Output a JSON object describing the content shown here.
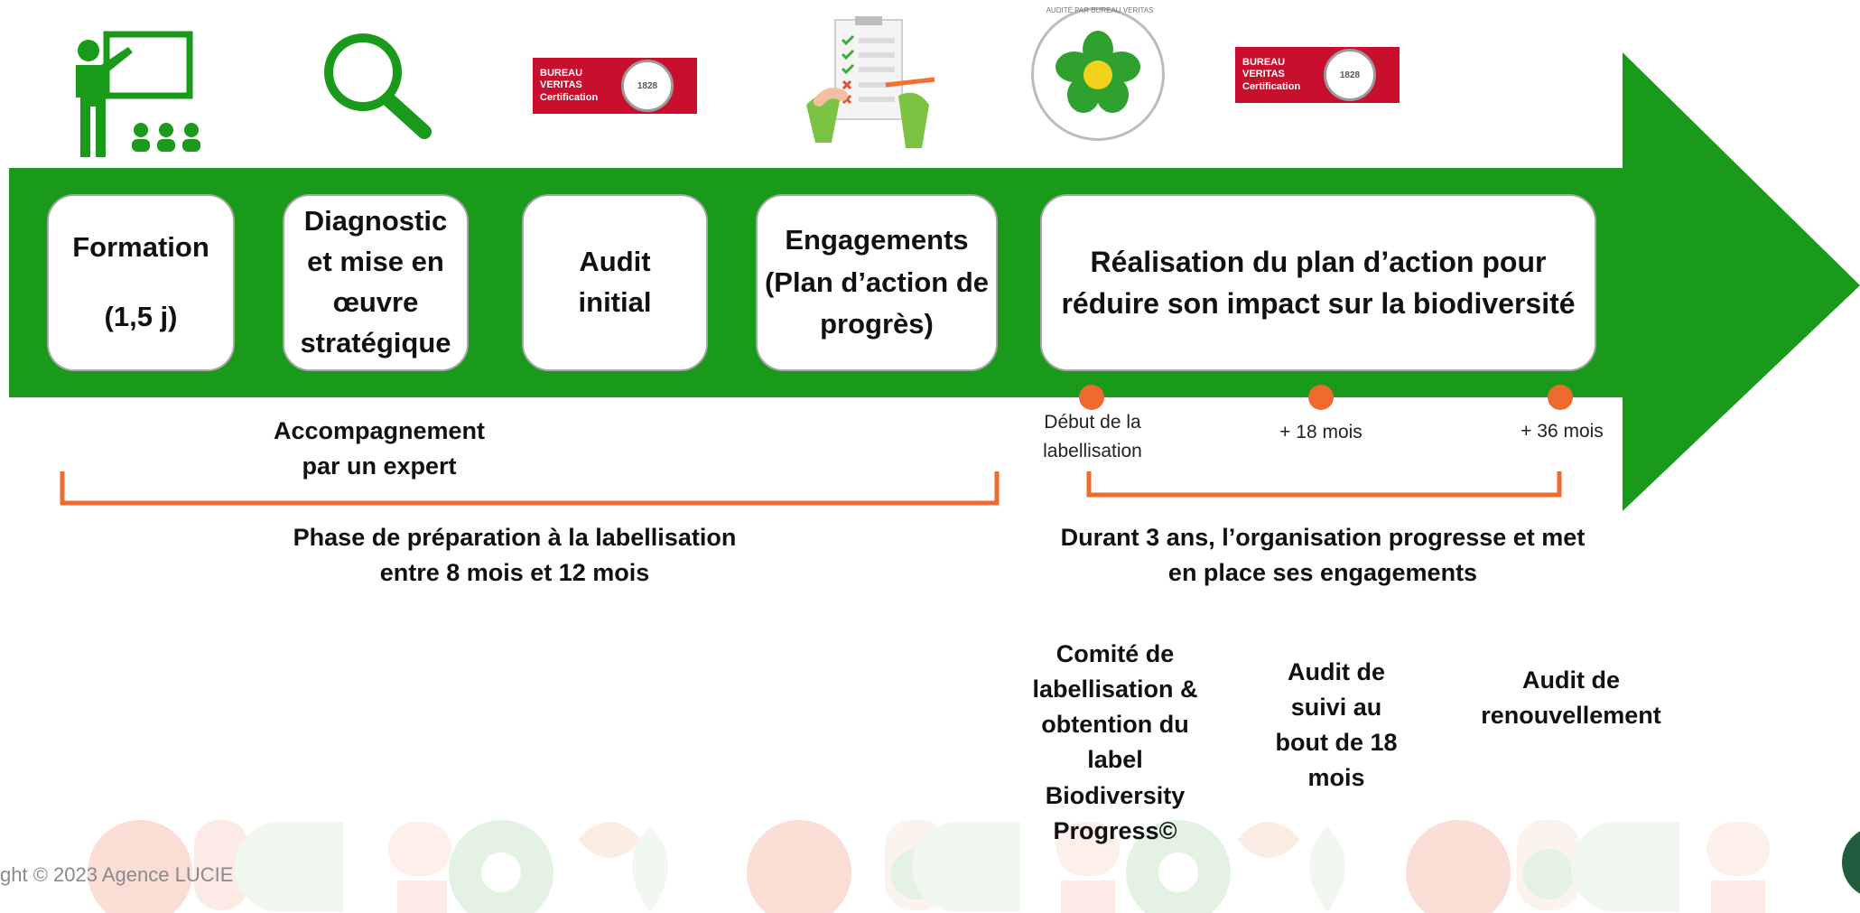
{
  "colors": {
    "arrow": "#1a9a1a",
    "accent": "#ee6a2f",
    "box_border": "#a8a8a8",
    "bv_red": "#c8102e"
  },
  "icons": [
    {
      "name": "teacher-board-icon"
    },
    {
      "name": "magnifier-icon"
    },
    {
      "name": "bureau-veritas-logo",
      "text": "BUREAU VERITAS\nCertification",
      "seal_year": "1828"
    },
    {
      "name": "checklist-icon"
    },
    {
      "name": "flower-audit-seal-icon",
      "text": "AUDITÉ PAR BUREAU VERITAS"
    },
    {
      "name": "bureau-veritas-logo",
      "text": "BUREAU VERITAS\nCertification",
      "seal_year": "1828"
    }
  ],
  "steps": [
    {
      "text": "Formation\n\n(1,5 j)"
    },
    {
      "text": "Diagnostic\net mise en\nœuvre\nstratégique"
    },
    {
      "text": "Audit\ninitial"
    },
    {
      "text": "Engagements\n(Plan d’action de\nprogrès)"
    },
    {
      "text": "Réalisation du plan d’action pour\nréduire son impact sur la biodiversité"
    }
  ],
  "expert_label": "Accompagnement\npar un expert",
  "milestones": [
    {
      "label": "Début de la\nlabellisation"
    },
    {
      "label": "+ 18 mois"
    },
    {
      "label": "+ 36 mois"
    }
  ],
  "phase_preparation": "Phase de préparation à la labellisation\nentre 8 mois et 12 mois",
  "phase_progress": "Durant 3 ans, l’organisation progresse et met\nen place ses engagements",
  "milestone_events": [
    {
      "text": "Comité de\nlabellisation &\nobtention du\nlabel\nBiodiversity\nProgress©"
    },
    {
      "text": "Audit de\nsuivi au\nbout de 18\nmois"
    },
    {
      "text": "Audit de\nrenouvellement"
    }
  ],
  "copyright": "ght © 2023 Agence LUCIE"
}
